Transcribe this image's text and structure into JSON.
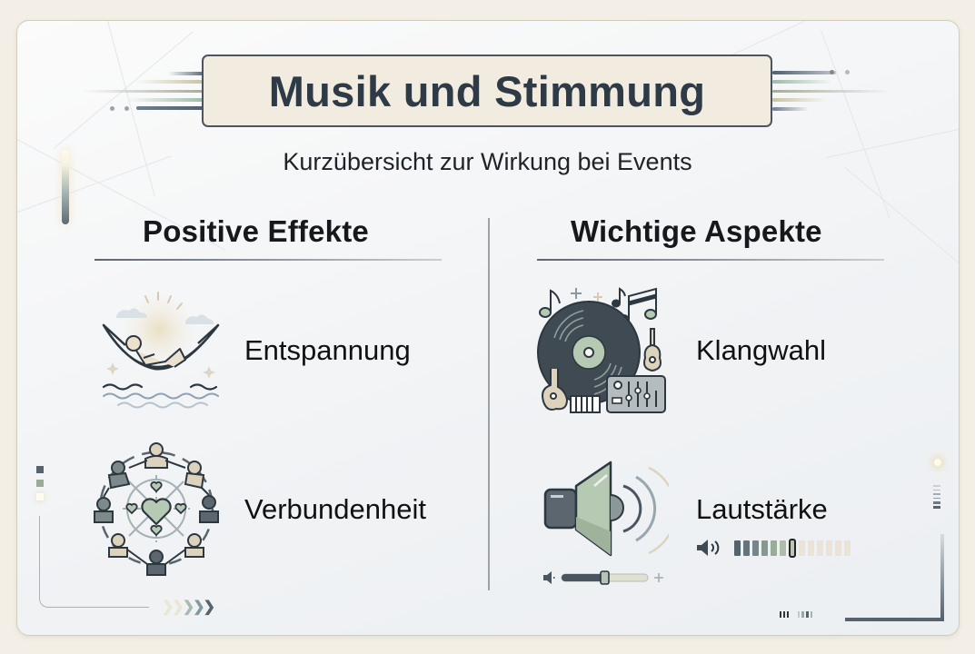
{
  "header": {
    "title": "Musik und Stimmung",
    "subtitle": "Kurzübersicht zur Wirkung bei Events"
  },
  "columns": [
    {
      "heading": "Positive Effekte",
      "items": [
        {
          "label": "Entspannung",
          "icon": "hammock-relax-icon"
        },
        {
          "label": "Verbundenheit",
          "icon": "people-circle-heart-icon"
        }
      ]
    },
    {
      "heading": "Wichtige Aspekte",
      "items": [
        {
          "label": "Klangwahl",
          "icon": "vinyl-instruments-icon"
        },
        {
          "label": "Lautstärke",
          "icon": "speaker-volume-icon"
        }
      ]
    }
  ],
  "volume_meter": {
    "filled_segments": 6,
    "empty_segments": 6,
    "colors_filled": [
      "#56626c",
      "#66737c",
      "#77858b",
      "#89988f",
      "#9aab98",
      "#aebca8"
    ],
    "thumb_color": "#b8c8b4",
    "empty_color": "#e8e0d4"
  },
  "volume_slider": {
    "position_percent": 38
  },
  "colors": {
    "background": "#f3efe6",
    "title_box": "#f2ece0",
    "title_text": "#2e3a46",
    "slate": "#4b5560",
    "sage": "#a9bca6",
    "sand": "#d8cdb6"
  }
}
